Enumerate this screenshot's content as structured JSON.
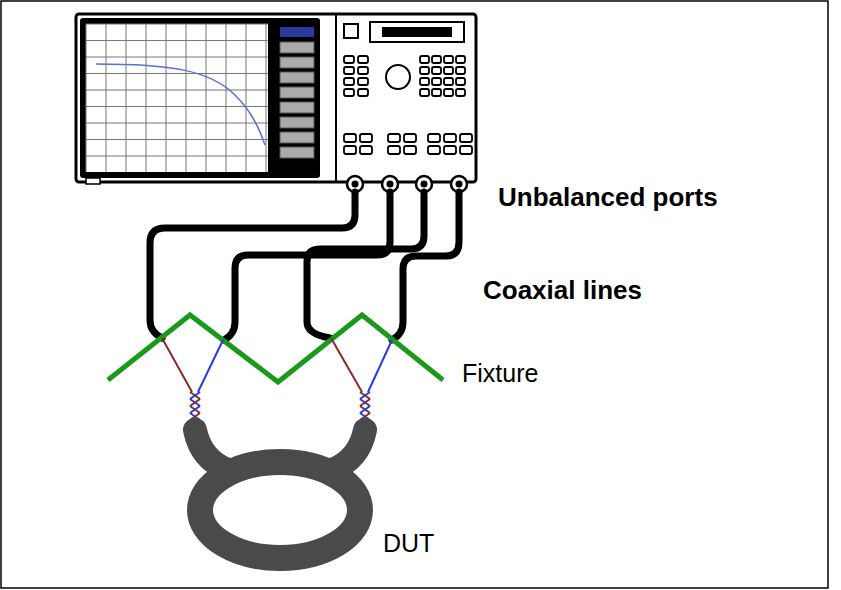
{
  "diagram": {
    "labels": [
      "Unbalanced ports",
      "Coaxial lines",
      "Fixture",
      "DUT"
    ]
  }
}
